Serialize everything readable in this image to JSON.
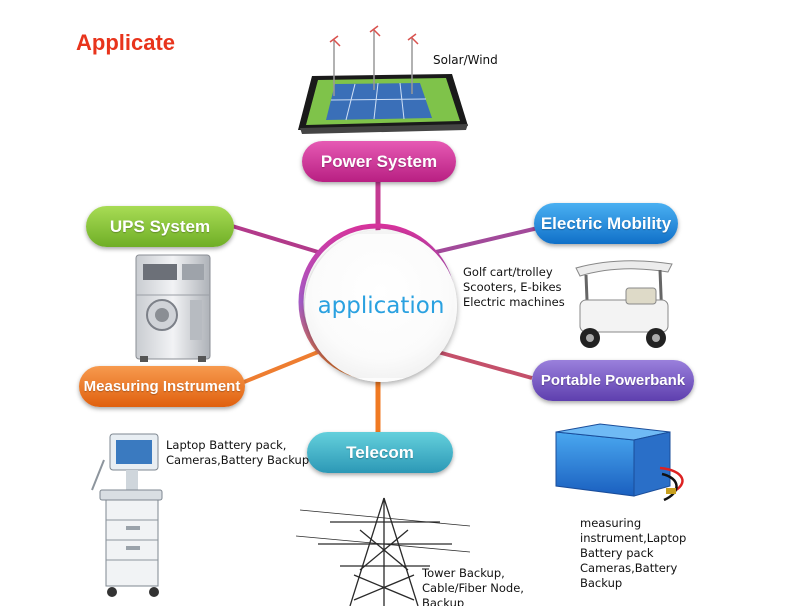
{
  "title": "Applicate",
  "center": "application",
  "nodes": {
    "power": "Power System",
    "ups": "UPS System",
    "electric": "Electric Mobility",
    "measuring": "Measuring Instrument",
    "portable": "Portable Powerbank",
    "telecom": "Telecom"
  },
  "captions": {
    "solar": "Solar/Wind",
    "golf": [
      "Golf cart/trolley",
      "Scooters,  E-bikes",
      "Electric machines"
    ],
    "laptop": [
      "Laptop Battery pack,",
      "Cameras,Battery Backup"
    ],
    "measuring": [
      "measuring",
      "instrument,Laptop",
      "Battery pack",
      "Cameras,Battery",
      "Backup"
    ],
    "tower": [
      "Tower Backup,",
      "Cable/Fiber Node,",
      "Backup"
    ]
  },
  "colors": {
    "title": "#e8341c",
    "power": "#d6339c",
    "ups": "#8cc63f",
    "electric": "#1e8fe0",
    "measuring": "#f07a23",
    "portable": "#7a5cc4",
    "telecom": "#3fb6c6",
    "center_text": "#2aa1e0"
  }
}
